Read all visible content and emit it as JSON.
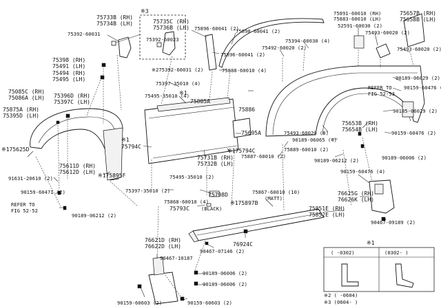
{
  "callouts": {
    "c75733B": "75733B (RH)",
    "c75734B": "75734B (LH)",
    "c75392a": "75392-60031",
    "cMark3": "※3",
    "c75735C": "75735C (RH)",
    "c75736B": "75736B (LH)",
    "c75392b": "75392-60023",
    "c75896_2a": "75896-60041 (2)",
    "c75896_2b": "75896-60041 (2)",
    "c75898": "75898-60041 (2)",
    "c275392": "※275392-60031 (2)",
    "c75888": "75888-60010 (4)",
    "c75891": "75891-60010 (RH)",
    "c75883": "75883-60010 (LH)",
    "c52591": "52591-60030 (2)",
    "c75657B": "75657B (RH)",
    "c75658B": "75658B (LH)",
    "c75493a": "75493-60020 (2)",
    "c75394": "75394-60030 (4)",
    "c75492": "75492-60020 (2)",
    "c75493b": "75493-60020 (2)",
    "c75398": "75398 (RH)",
    "c75491": "75491 (LH)",
    "c75494": "75494 (RH)",
    "c75495": "75495 (LH)",
    "c75085C": "75085C (RH)",
    "c75086A": "75086A (LH)",
    "c75875A": "75875A (RH)",
    "c75395D": "75395D (LH)",
    "c75396D": "75396D (RH)",
    "c75397C": "75397C (LH)",
    "c175625D": "※175625D",
    "c75397_35010a": "75397-35010 (4)",
    "c75495_35010": "75495-35010 (4)",
    "c75885A": "75885A",
    "cMark1": "※1",
    "c75886": "75886",
    "c90189_06029": "90189-06029 (2)",
    "c90159_60476a": "90159-60476 (2)",
    "cRefer53": "REFER TO\nFIG 52-53",
    "c90185_06029": "90185-06029 (2)",
    "c75653B": "75653B (RH)",
    "c75654B": "75654B (LH)",
    "c90159_60476b": "90159-60476 (2)",
    "c75493c": "75493-60020 (8)",
    "c90189_06065": "90189-06065 (4)",
    "c75695A": "75695A",
    "cX1b": "※1",
    "c75794C": "75794C",
    "c75731B": "75731B (RH)",
    "c75732B": "75732B (LH)",
    "c175794C": "※175794C",
    "c75889": "75889-60010 (2)",
    "c75887": "75887-60010 (2)",
    "c90189_06212a": "90189-06212 (2)",
    "c90189_06006a": "90189-06006 (2)",
    "c75611D": "75611D (RH)",
    "c75612D": "75612D (LH)",
    "c175895F": "※175895F",
    "c91631": "91631-20610 (2)",
    "c90159_60471": "90159-60471 (2)",
    "cRefer52": "REFER TO\nFIG 52-52",
    "c90189_06212b": "90189-06212 (2)",
    "c75397_35010b": "75397-35010 (2)",
    "c75495_35010b": "75495-35010 (2)",
    "c75798D": "75798D",
    "c75868": "75868-60010 (4)",
    "c75793C": "75793C",
    "cBlack": "(BLACK)",
    "c75867": "75867-60010 (10)",
    "cMatt": "(MATT)",
    "c175897B": "※175897B",
    "c75851E": "75851E (RH)",
    "c75852E": "75852E (LH)",
    "c90159_60476c": "90159-60476 (4)",
    "c76625G": "76625G (RH)",
    "c76626K": "76626K (LH)",
    "c90467_07146": "90467-07146 (2)",
    "c76924C": "76924C",
    "c90467_09189": "90467-09189 (2)",
    "c76621D": "76621D (RH)",
    "c76622D": "76622D (LH)",
    "c90467_10187": "90467-10187",
    "c90189_06006b": "90189-06006 (2)",
    "c90189_06006c": "90189-06006 (2)",
    "c90159_60603a": "90159-60603 (2)",
    "c90159_60603b": "90159-60603 (2)"
  },
  "legend": {
    "mark": "※1",
    "col1": "(    -0302)",
    "col2": "(0302-    )",
    "note2": "※2 (    -0604)",
    "note3": "※3 (0604-    )"
  }
}
